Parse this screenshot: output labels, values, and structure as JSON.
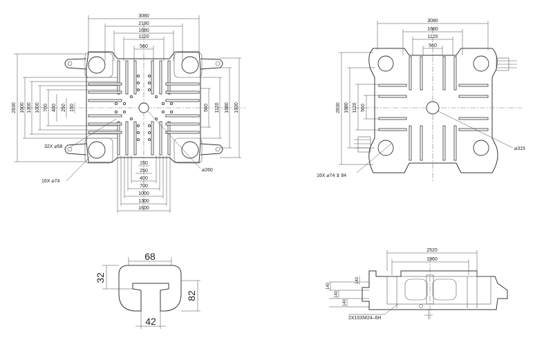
{
  "views": {
    "top_left": {
      "h_dims": [
        "3080",
        "2180",
        "1680",
        "1120",
        "560"
      ],
      "h_dims_bottom": [
        "150",
        "250",
        "400",
        "700",
        "1000",
        "1300",
        "1600"
      ],
      "v_dims_left": [
        "2830",
        "1600",
        "1300",
        "1000",
        "700",
        "400",
        "250",
        "150"
      ],
      "v_dims_right": [
        "560",
        "1120",
        "1680",
        "1930"
      ],
      "callouts": {
        "holes32": "32X ⌀58",
        "holes16": "16X ⌀74",
        "center": "⌀260"
      }
    },
    "top_right": {
      "h_dims": [
        "3080",
        "1680",
        "1120",
        "560"
      ],
      "v_dims_left": [
        "2830",
        "1680",
        "1120",
        "560"
      ],
      "callouts": {
        "holes16": "16X ⌀74 ⊻ 84",
        "center": "⌀315"
      }
    },
    "tslot": {
      "top": "68",
      "left": "32",
      "right": "82",
      "bottom": "42"
    },
    "section": {
      "h_dims": [
        "2520",
        "1960"
      ],
      "v_dims": [
        "140",
        "140",
        "140",
        "140"
      ],
      "thread_note": "2X10XM24–6H"
    }
  }
}
